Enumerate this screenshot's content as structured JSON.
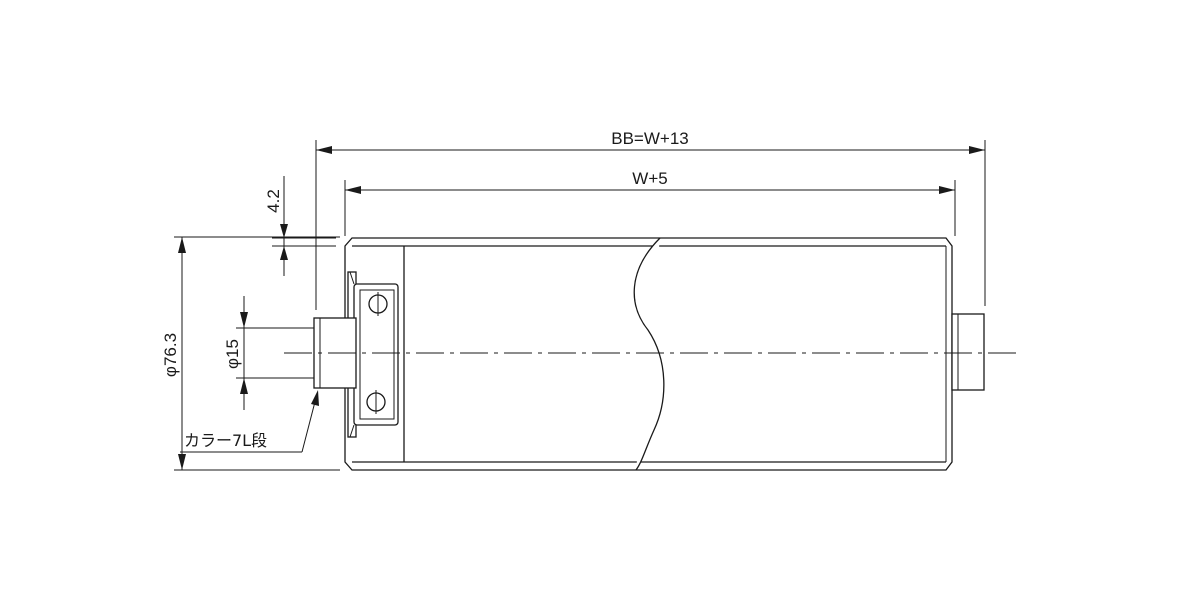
{
  "dimensions": {
    "overall_length": "BB=W+13",
    "tube_length": "W+5",
    "tube_diameter": "φ76.3",
    "shaft_diameter": "φ15",
    "offset": "4.2",
    "collar_note": "カラー7L段"
  }
}
